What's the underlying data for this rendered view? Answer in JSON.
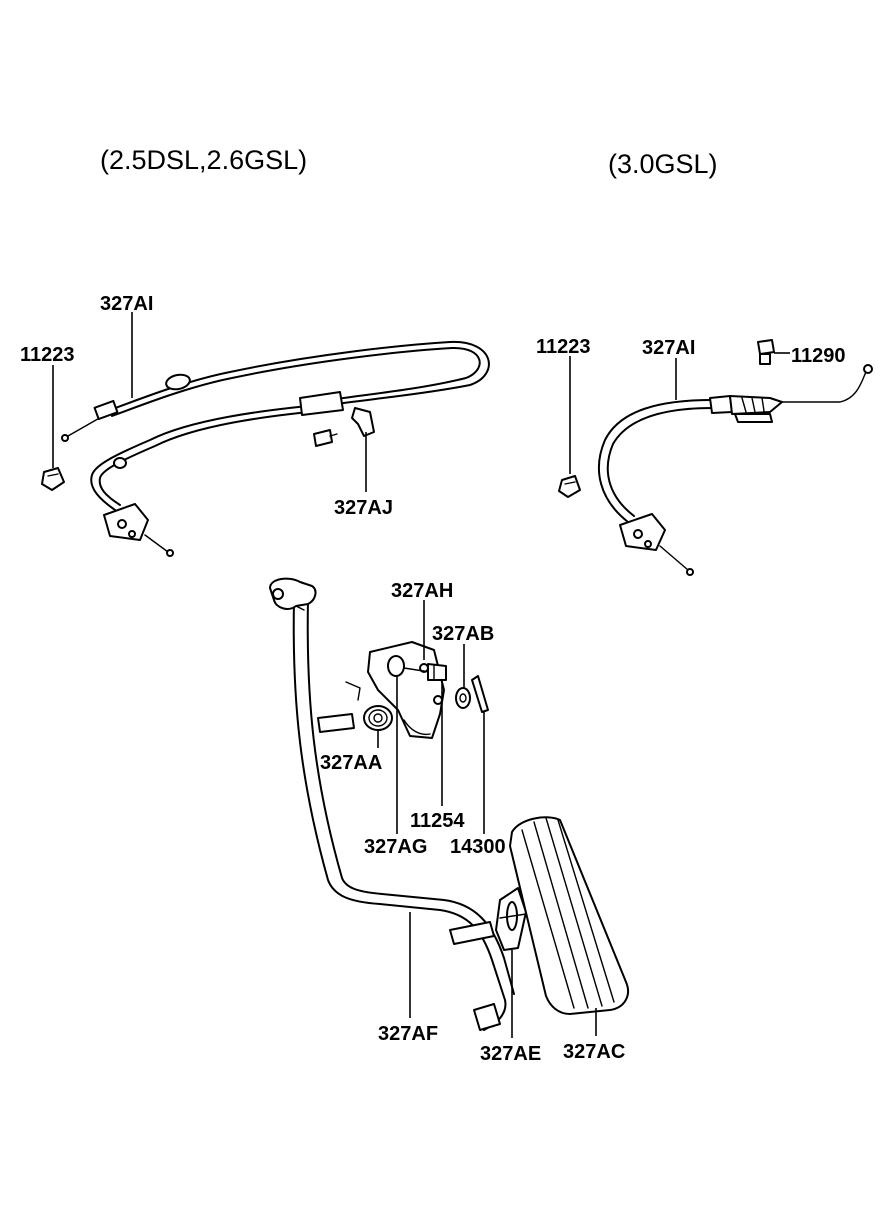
{
  "variants": {
    "left": "(2.5DSL,2.6GSL)",
    "right": "(3.0GSL)"
  },
  "parts": {
    "left_cable": "327AI",
    "left_bolt": "11223",
    "left_bracket": "327AJ",
    "right_bolt": "11223",
    "right_cable": "327AI",
    "right_bolt2": "11290",
    "stopper": "327AH",
    "washer": "327AB",
    "spring": "327AA",
    "bolt": "11254",
    "bushing": "327AG",
    "pin": "14300",
    "arm": "327AF",
    "pedal_bracket": "327AE",
    "pedal_pad": "327AC"
  }
}
